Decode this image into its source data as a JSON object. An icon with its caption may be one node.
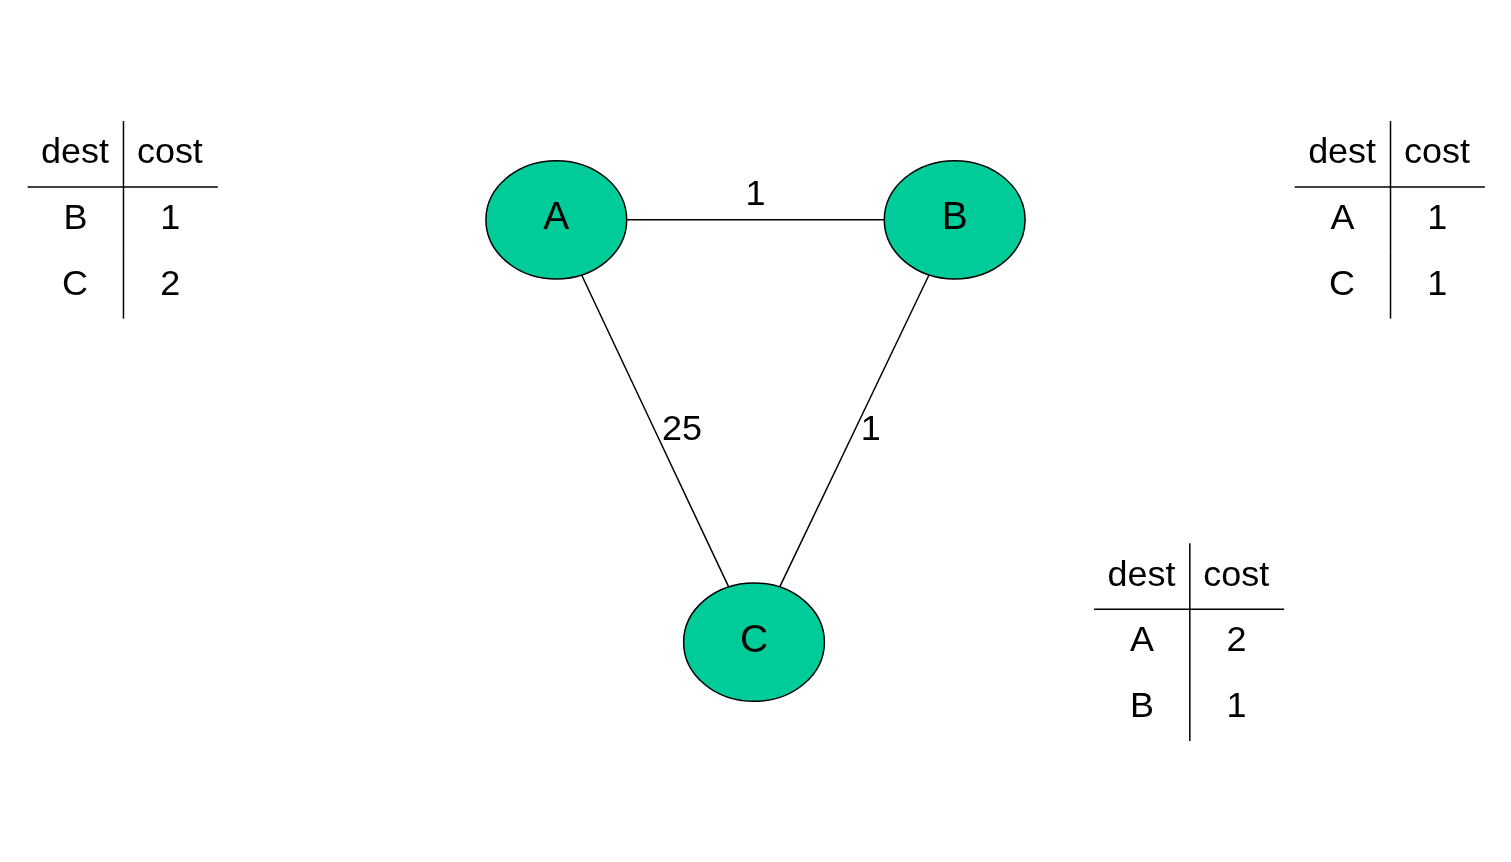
{
  "diagram": {
    "nodes": [
      {
        "text": [
          "A"
        ]
      },
      {
        "text": [
          "B"
        ]
      },
      {
        "text": [
          "C"
        ]
      }
    ],
    "edges": [
      {
        "from": 0,
        "to": 1,
        "arrow": "none",
        "label": "1"
      },
      {
        "from": 0,
        "to": 2,
        "arrow": "none",
        "label": "25"
      },
      {
        "from": 1,
        "to": 2,
        "arrow": "none",
        "label": "1"
      }
    ],
    "labels": [
      "dest",
      "cost",
      "B",
      "1",
      "C",
      "2",
      "dest",
      "cost",
      "A",
      "1",
      "C",
      "1",
      "dest",
      "cost",
      "A",
      "2",
      "B",
      "1"
    ]
  }
}
